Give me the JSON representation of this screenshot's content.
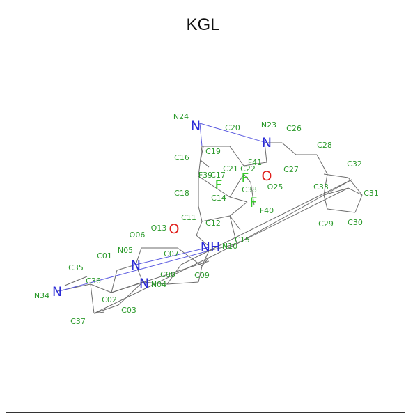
{
  "title": "KGL",
  "colors": {
    "carbon": "#2b9a2b",
    "bond": "#6b6b6b",
    "nitrogen": "#2a2ad6",
    "oxygen": "#e0201c",
    "fluorine": "#36c82a",
    "n_bond": "#5a5ae0"
  },
  "atom_labels": [
    "C01",
    "C02",
    "C03",
    "N04",
    "N05",
    "O06",
    "C07",
    "C08",
    "C09",
    "N10",
    "C11",
    "C12",
    "O13",
    "C14",
    "C15",
    "C16",
    "C17",
    "C18",
    "C19",
    "C20",
    "C21",
    "C22",
    "N23",
    "N24",
    "O25",
    "C26",
    "C27",
    "C28",
    "C29",
    "C30",
    "C31",
    "C32",
    "C33",
    "N34",
    "C35",
    "C36",
    "C37",
    "C38",
    "F39",
    "F40",
    "F41"
  ],
  "element_symbols": {
    "N34": "N",
    "N05": "N",
    "N04": "N",
    "NH": "NH",
    "N24": "N",
    "N23": "N",
    "O13": "O",
    "O25": "O",
    "F39": "F",
    "F41": "F",
    "F40": "F"
  }
}
